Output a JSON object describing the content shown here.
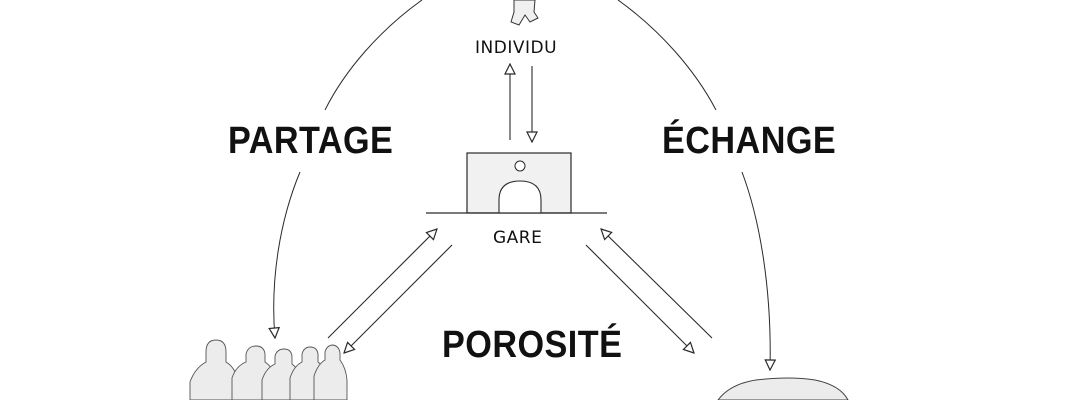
{
  "nodes": {
    "individu": "INDIVIDU",
    "gare": "GARE"
  },
  "concepts": {
    "partage": "PARTAGE",
    "echange": "ÉCHANGE",
    "porosite": "POROSITÉ"
  },
  "colors": {
    "ink": "#111111",
    "line": "#2a2a2a",
    "station_fill": "#f1f1f1",
    "silhouette_fill": "#ececec"
  },
  "icons": [
    "walking-person-icon",
    "station-building-icon",
    "crowd-silhouette-icon",
    "landscape-mound-icon"
  ]
}
